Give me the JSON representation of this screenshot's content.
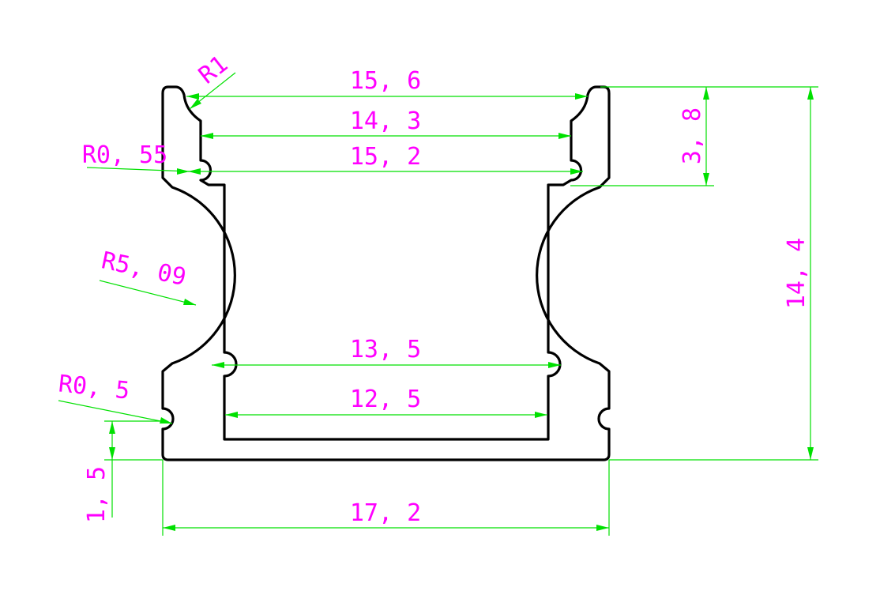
{
  "colors": {
    "profile": "#000000",
    "dimension_line": "#00e000",
    "dimension_text": "#ff00ff",
    "background": "#ffffff"
  },
  "dimensions": {
    "top_outer_width": "15, 6",
    "upper_inner_width": "14, 3",
    "lip_width": "15, 2",
    "channel_width": "13, 5",
    "floor_width": "12, 5",
    "base_width": "17, 2",
    "top_height": "3, 8",
    "total_height": "14, 4",
    "foot_height": "1, 5"
  },
  "radii": {
    "top_radius": "R1",
    "lip_radius": "R0, 55",
    "side_radius": "R5, 09",
    "foot_radius": "R0, 5"
  }
}
